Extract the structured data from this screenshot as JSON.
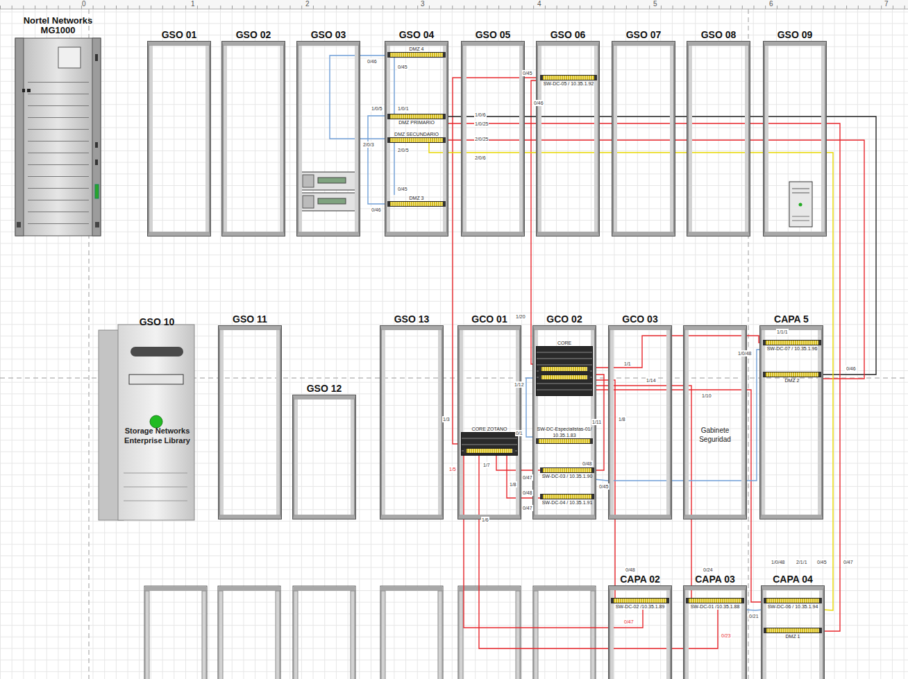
{
  "diagram": {
    "nodes": [
      {
        "text": [
          "Nortel Networks MG1000"
        ]
      },
      {
        "text": [
          "GSO 01"
        ]
      },
      {
        "text": [
          "GSO 02"
        ]
      },
      {
        "text": [
          "GSO 03"
        ]
      },
      {
        "text": [
          "GSO 04"
        ]
      },
      {
        "text": [
          "DMZ 4"
        ],
        "in": 4
      },
      {
        "text": [
          "DMZ PRIMARIO"
        ],
        "in": 4
      },
      {
        "text": [
          "DMZ SECUNDARIO"
        ],
        "in": 4
      },
      {
        "text": [
          "DMZ 3"
        ],
        "in": 4
      },
      {
        "text": [
          "GSO 05"
        ]
      },
      {
        "text": [
          "GSO 06"
        ]
      },
      {
        "text": [
          "SW-DC-05 / 10.35.1.92"
        ],
        "in": 10
      },
      {
        "text": [
          "GSO 07"
        ]
      },
      {
        "text": [
          "GSO 08"
        ]
      },
      {
        "text": [
          "GSO 09"
        ]
      },
      {
        "text": [
          "GSO 10",
          "Storage Networks Enterprise Library"
        ]
      },
      {
        "text": [
          "GSO 11"
        ]
      },
      {
        "text": [
          "GSO 12"
        ]
      },
      {
        "text": [
          "GSO 13"
        ]
      },
      {
        "text": [
          "GCO 01"
        ]
      },
      {
        "text": [
          "CORE ZOTANO"
        ],
        "in": 19
      },
      {
        "text": [
          "GCO 02"
        ]
      },
      {
        "text": [
          "CORE"
        ],
        "in": 21
      },
      {
        "text": [
          "SW-DC-Especialistas-01/ 10.35.1.83"
        ],
        "in": 21
      },
      {
        "text": [
          "SW-DC-03 / 10.35.1.90"
        ],
        "in": 21
      },
      {
        "text": [
          "SW-DC-04 / 10.35.1.91"
        ],
        "in": 21
      },
      {
        "text": [
          "GCO 03"
        ]
      },
      {
        "text": [
          "Gabinete Seguridad"
        ]
      },
      {
        "text": [
          "CAPA 5"
        ]
      },
      {
        "text": [
          "SW-DC-07 / 10.35.1.96"
        ],
        "in": 28
      },
      {
        "text": [
          "DMZ 2"
        ],
        "in": 28
      },
      {
        "text": [
          "CAPA 02"
        ]
      },
      {
        "text": [
          "SW-DC-02 /10.35.1.89"
        ],
        "in": 31
      },
      {
        "text": [
          "CAPA 03"
        ]
      },
      {
        "text": [
          "SW-DC-01 /10.35.1.88"
        ],
        "in": 33
      },
      {
        "text": [
          "CAPA 04"
        ]
      },
      {
        "text": [
          "SW-DC-06 / 10.35.1.94"
        ],
        "in": 35
      },
      {
        "text": [
          "DMZ 1"
        ],
        "in": 35
      }
    ],
    "edges": [
      {
        "from": 5,
        "to": 7,
        "arrow": "none",
        "label": "0/46"
      },
      {
        "from": 5,
        "to": 6,
        "arrow": "none",
        "label": "0/45"
      },
      {
        "from": 8,
        "to": 6,
        "arrow": "none",
        "label": "0/46"
      },
      {
        "from": 8,
        "to": 7,
        "arrow": "none",
        "label": "0/45"
      },
      {
        "from": 11,
        "to": 20,
        "arrow": "none",
        "label": "0/45"
      },
      {
        "from": 11,
        "to": 22,
        "arrow": "none",
        "label": "0/46"
      },
      {
        "from": 6,
        "to": 30,
        "arrow": "none",
        "label": "1/0/6"
      },
      {
        "from": 6,
        "to": 37,
        "arrow": "none",
        "label": "1/0/25"
      },
      {
        "from": 7,
        "to": 30,
        "arrow": "none",
        "label": "2/0/25"
      },
      {
        "from": 7,
        "to": 36,
        "arrow": "none",
        "label": "2/0/6"
      },
      {
        "from": 22,
        "to": 29,
        "arrow": "none",
        "label": "1/1"
      },
      {
        "from": 22,
        "to": 23,
        "arrow": "none",
        "label": "0/1"
      },
      {
        "from": 22,
        "to": 24,
        "arrow": "none",
        "label": "1/11"
      },
      {
        "from": 22,
        "to": 32,
        "arrow": "none",
        "label": "1/8"
      },
      {
        "from": 22,
        "to": 34,
        "arrow": "none",
        "label": "1/14"
      },
      {
        "from": 22,
        "to": 36,
        "arrow": "none",
        "label": "1/10"
      },
      {
        "from": 20,
        "to": 32,
        "arrow": "none",
        "label": "1/5"
      },
      {
        "from": 20,
        "to": 34,
        "arrow": "none",
        "label": "1/6"
      },
      {
        "from": 20,
        "to": 24,
        "arrow": "none",
        "label": "1/7"
      },
      {
        "from": 20,
        "to": 25,
        "arrow": "none",
        "label": "1/8"
      },
      {
        "from": 24,
        "to": 29,
        "arrow": "none",
        "label": "0/45"
      },
      {
        "from": 34,
        "to": 36,
        "arrow": "none",
        "label": "0/21"
      }
    ],
    "labels": [
      "0",
      "1",
      "2",
      "3",
      "4",
      "5",
      "6",
      "7",
      "1/0/1",
      "2/0/3",
      "1/0/5",
      "2/0/5",
      "1/3",
      "1/20",
      "0/46",
      "1/1/1",
      "1/0/48",
      "1/12",
      "0/48",
      "0/47",
      "0/48",
      "0/47",
      "0/48",
      "0/47",
      "0/24",
      "0/23",
      "1/0/48",
      "2/1/1",
      "0/45",
      "0/47"
    ]
  }
}
